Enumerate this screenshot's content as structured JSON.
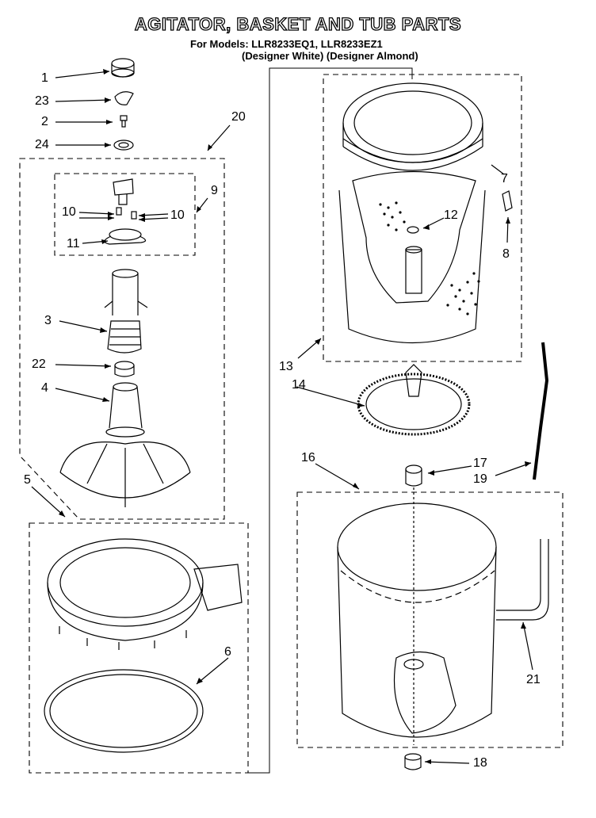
{
  "header": {
    "title": "AGITATOR, BASKET AND TUB PARTS",
    "models_line": "For Models: LLR8233EQ1,  LLR8233EZ1",
    "colors_line": "(Designer White)  (Designer Almond)"
  },
  "callouts": {
    "c1": "1",
    "c23": "23",
    "c2": "2",
    "c24": "24",
    "c20": "20",
    "c9": "9",
    "c10a": "10",
    "c10b": "10",
    "c11": "11",
    "c3": "3",
    "c22": "22",
    "c4": "4",
    "c5": "5",
    "c6": "6",
    "c7": "7",
    "c8": "8",
    "c12": "12",
    "c13": "13",
    "c14": "14",
    "c16": "16",
    "c17": "17",
    "c19": "19",
    "c21": "21",
    "c18": "18"
  }
}
